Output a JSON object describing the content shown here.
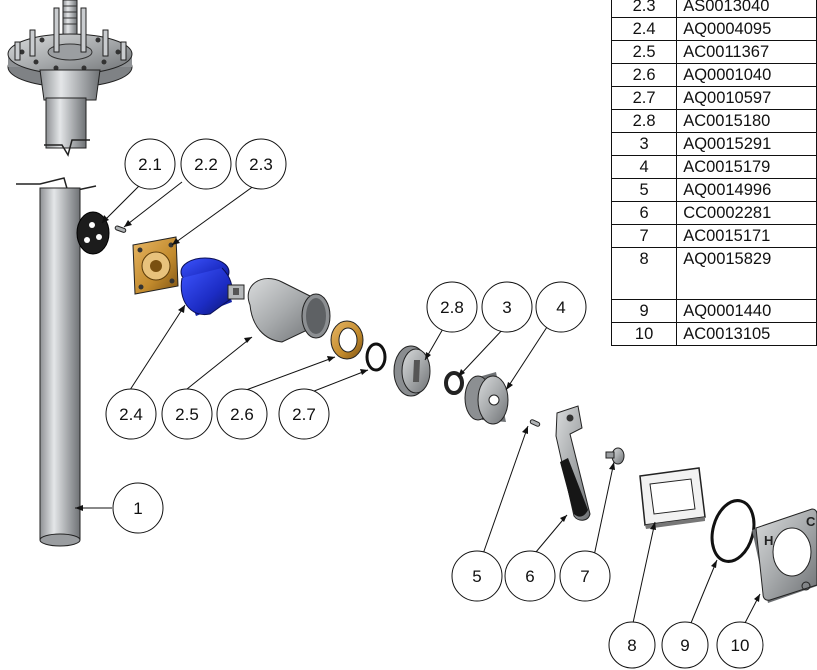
{
  "callouts": [
    {
      "label": "1"
    },
    {
      "label": "2.1"
    },
    {
      "label": "2.2"
    },
    {
      "label": "2.3"
    },
    {
      "label": "2.4"
    },
    {
      "label": "2.5"
    },
    {
      "label": "2.6"
    },
    {
      "label": "2.7"
    },
    {
      "label": "2.8"
    },
    {
      "label": "3"
    },
    {
      "label": "4"
    },
    {
      "label": "5"
    },
    {
      "label": "6"
    },
    {
      "label": "7"
    },
    {
      "label": "8"
    },
    {
      "label": "9"
    },
    {
      "label": "10"
    }
  ],
  "parts_table": {
    "rows": [
      {
        "item": "2.3",
        "code": "AS0013040"
      },
      {
        "item": "2.4",
        "code": "AQ0004095"
      },
      {
        "item": "2.5",
        "code": "AC0011367"
      },
      {
        "item": "2.6",
        "code": "AQ0001040"
      },
      {
        "item": "2.7",
        "code": "AQ0010597"
      },
      {
        "item": "2.8",
        "code": "AC0015180"
      },
      {
        "item": "3",
        "code": "AQ0015291"
      },
      {
        "item": "4",
        "code": "AC0015179"
      },
      {
        "item": "5",
        "code": "AQ0014996"
      },
      {
        "item": "6",
        "code": "CC0002281"
      },
      {
        "item": "7",
        "code": "AC0015171"
      },
      {
        "item": "8",
        "code": "AQ0015829"
      },
      {
        "item": "9",
        "code": "AQ0001440"
      },
      {
        "item": "10",
        "code": "AC0013105"
      }
    ]
  },
  "cover_plate_letters": {
    "left": "H",
    "right": "C"
  },
  "colors": {
    "line": "#111111",
    "steel": "#a9acae",
    "brass": "#c8902e",
    "cartridge": "#1e2fbf"
  }
}
